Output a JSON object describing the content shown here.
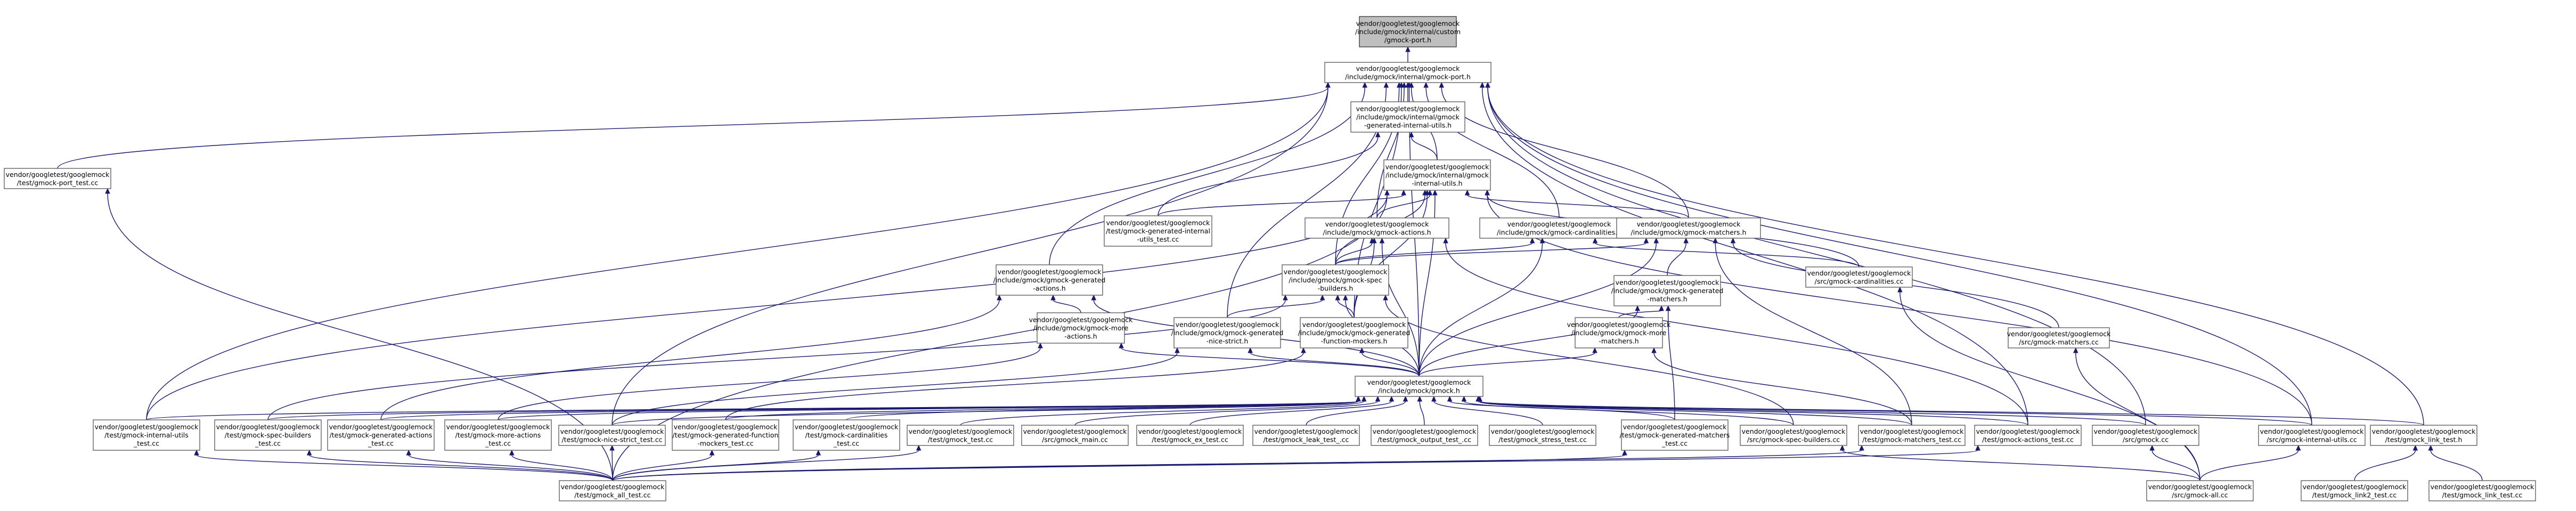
{
  "graph": {
    "colors": {
      "node_fill": "#ffffff",
      "root_fill": "#bfbfbf",
      "node_border": "#606060",
      "edge": "#191970"
    },
    "nodes": [
      {
        "id": "port_internal",
        "root": true,
        "lines": [
          "vendor/googletest/googlemock",
          "/include/gmock/internal/custom",
          "/gmock-port.h"
        ]
      },
      {
        "id": "gmock_port",
        "lines": [
          "vendor/googletest/googlemock",
          "/include/gmock/internal/gmock-port.h"
        ]
      },
      {
        "id": "port_test",
        "lines": [
          "vendor/googletest/googlemock",
          "/test/gmock-port_test.cc"
        ]
      },
      {
        "id": "gen_internal_utils",
        "lines": [
          "vendor/googletest/googlemock",
          "/include/gmock/internal/gmock",
          "-generated-internal-utils.h"
        ]
      },
      {
        "id": "internal_utils",
        "lines": [
          "vendor/googletest/googlemock",
          "/include/gmock/internal/gmock",
          "-internal-utils.h"
        ]
      },
      {
        "id": "gen_internal_utils_test",
        "lines": [
          "vendor/googletest/googlemock",
          "/test/gmock-generated-internal",
          "-utils_test.cc"
        ]
      },
      {
        "id": "actions_h",
        "lines": [
          "vendor/googletest/googlemock",
          "/include/gmock/gmock-actions.h"
        ]
      },
      {
        "id": "cardinalities_h",
        "lines": [
          "vendor/googletest/googlemock",
          "/include/gmock/gmock-cardinalities.h"
        ]
      },
      {
        "id": "matchers_h",
        "lines": [
          "vendor/googletest/googlemock",
          "/include/gmock/gmock-matchers.h"
        ]
      },
      {
        "id": "gen_actions_h",
        "lines": [
          "vendor/googletest/googlemock",
          "/include/gmock/gmock-generated",
          "-actions.h"
        ]
      },
      {
        "id": "spec_builders_h",
        "lines": [
          "vendor/googletest/googlemock",
          "/include/gmock/gmock-spec",
          "-builders.h"
        ]
      },
      {
        "id": "gen_matchers_h",
        "lines": [
          "vendor/googletest/googlemock",
          "/include/gmock/gmock-generated",
          "-matchers.h"
        ]
      },
      {
        "id": "cardinalities_cc",
        "lines": [
          "vendor/googletest/googlemock",
          "/src/gmock-cardinalities.cc"
        ]
      },
      {
        "id": "more_actions_h",
        "lines": [
          "vendor/googletest/googlemock",
          "/include/gmock/gmock-more",
          "-actions.h"
        ]
      },
      {
        "id": "gen_nice_strict_h",
        "lines": [
          "vendor/googletest/googlemock",
          "/include/gmock/gmock-generated",
          "-nice-strict.h"
        ]
      },
      {
        "id": "gen_function_mockers_h",
        "lines": [
          "vendor/googletest/googlemock",
          "/include/gmock/gmock-generated",
          "-function-mockers.h"
        ]
      },
      {
        "id": "more_matchers_h",
        "lines": [
          "vendor/googletest/googlemock",
          "/include/gmock/gmock-more",
          "-matchers.h"
        ]
      },
      {
        "id": "matchers_cc",
        "lines": [
          "vendor/googletest/googlemock",
          "/src/gmock-matchers.cc"
        ]
      },
      {
        "id": "gmock_h",
        "lines": [
          "vendor/googletest/googlemock",
          "/include/gmock/gmock.h"
        ]
      },
      {
        "id": "t_internal_utils",
        "lines": [
          "vendor/googletest/googlemock",
          "/test/gmock-internal-utils",
          "_test.cc"
        ]
      },
      {
        "id": "t_spec_builders",
        "lines": [
          "vendor/googletest/googlemock",
          "/test/gmock-spec-builders",
          "_test.cc"
        ]
      },
      {
        "id": "t_gen_actions",
        "lines": [
          "vendor/googletest/googlemock",
          "/test/gmock-generated-actions",
          "_test.cc"
        ]
      },
      {
        "id": "t_more_actions",
        "lines": [
          "vendor/googletest/googlemock",
          "/test/gmock-more-actions",
          "_test.cc"
        ]
      },
      {
        "id": "t_nice_strict",
        "lines": [
          "vendor/googletest/googlemock",
          "/test/gmock-nice-strict_test.cc"
        ]
      },
      {
        "id": "t_gen_function_mockers",
        "lines": [
          "vendor/googletest/googlemock",
          "/test/gmock-generated-function",
          "-mockers_test.cc"
        ]
      },
      {
        "id": "t_cardinalities",
        "lines": [
          "vendor/googletest/googlemock",
          "/test/gmock-cardinalities",
          "_test.cc"
        ]
      },
      {
        "id": "t_gmock",
        "lines": [
          "vendor/googletest/googlemock",
          "/test/gmock_test.cc"
        ]
      },
      {
        "id": "s_gmock_main",
        "lines": [
          "vendor/googletest/googlemock",
          "/src/gmock_main.cc"
        ]
      },
      {
        "id": "t_ex",
        "lines": [
          "vendor/googletest/googlemock",
          "/test/gmock_ex_test.cc"
        ]
      },
      {
        "id": "t_leak",
        "lines": [
          "vendor/googletest/googlemock",
          "/test/gmock_leak_test_.cc"
        ]
      },
      {
        "id": "t_output",
        "lines": [
          "vendor/googletest/googlemock",
          "/test/gmock_output_test_.cc"
        ]
      },
      {
        "id": "t_stress",
        "lines": [
          "vendor/googletest/googlemock",
          "/test/gmock_stress_test.cc"
        ]
      },
      {
        "id": "t_gen_matchers",
        "lines": [
          "vendor/googletest/googlemock",
          "/test/gmock-generated-matchers",
          "_test.cc"
        ]
      },
      {
        "id": "s_spec_builders",
        "lines": [
          "vendor/googletest/googlemock",
          "/src/gmock-spec-builders.cc"
        ]
      },
      {
        "id": "t_matchers",
        "lines": [
          "vendor/googletest/googlemock",
          "/test/gmock-matchers_test.cc"
        ]
      },
      {
        "id": "t_actions",
        "lines": [
          "vendor/googletest/googlemock",
          "/test/gmock-actions_test.cc"
        ]
      },
      {
        "id": "s_gmock",
        "lines": [
          "vendor/googletest/googlemock",
          "/src/gmock.cc"
        ]
      },
      {
        "id": "s_internal_utils",
        "lines": [
          "vendor/googletest/googlemock",
          "/src/gmock-internal-utils.cc"
        ]
      },
      {
        "id": "t_link",
        "lines": [
          "vendor/googletest/googlemock",
          "/test/gmock_link_test.h"
        ]
      },
      {
        "id": "t_all",
        "lines": [
          "vendor/googletest/googlemock",
          "/test/gmock_all_test.cc"
        ]
      },
      {
        "id": "s_all",
        "lines": [
          "vendor/googletest/googlemock",
          "/src/gmock-all.cc"
        ]
      },
      {
        "id": "t_link2",
        "lines": [
          "vendor/googletest/googlemock",
          "/test/gmock_link2_test.cc"
        ]
      },
      {
        "id": "t_link_test",
        "lines": [
          "vendor/googletest/googlemock",
          "/test/gmock_link_test.cc"
        ]
      }
    ],
    "edges": [
      [
        "port_internal",
        "gmock_port"
      ],
      [
        "gmock_port",
        "port_test"
      ],
      [
        "gmock_port",
        "gen_internal_utils"
      ],
      [
        "gmock_port",
        "internal_utils"
      ],
      [
        "gmock_port",
        "actions_h"
      ],
      [
        "gmock_port",
        "cardinalities_h"
      ],
      [
        "gmock_port",
        "matchers_h"
      ],
      [
        "gmock_port",
        "gen_actions_h"
      ],
      [
        "gmock_port",
        "spec_builders_h"
      ],
      [
        "gmock_port",
        "gen_nice_strict_h"
      ],
      [
        "gmock_port",
        "gen_function_mockers_h"
      ],
      [
        "gmock_port",
        "gmock_h"
      ],
      [
        "gmock_port",
        "t_internal_utils"
      ],
      [
        "gmock_port",
        "t_nice_strict"
      ],
      [
        "gmock_port",
        "t_actions"
      ],
      [
        "gmock_port",
        "s_gmock"
      ],
      [
        "gmock_port",
        "s_internal_utils"
      ],
      [
        "gmock_port",
        "t_link"
      ],
      [
        "gen_internal_utils",
        "internal_utils"
      ],
      [
        "gen_internal_utils",
        "gen_internal_utils_test"
      ],
      [
        "internal_utils",
        "gen_internal_utils_test"
      ],
      [
        "internal_utils",
        "actions_h"
      ],
      [
        "internal_utils",
        "matchers_h"
      ],
      [
        "internal_utils",
        "spec_builders_h"
      ],
      [
        "internal_utils",
        "gen_function_mockers_h"
      ],
      [
        "internal_utils",
        "gmock_h"
      ],
      [
        "internal_utils",
        "t_internal_utils"
      ],
      [
        "internal_utils",
        "t_all"
      ],
      [
        "internal_utils",
        "cardinalities_cc"
      ],
      [
        "internal_utils",
        "s_internal_utils"
      ],
      [
        "actions_h",
        "spec_builders_h"
      ],
      [
        "actions_h",
        "gen_function_mockers_h"
      ],
      [
        "actions_h",
        "gmock_h"
      ],
      [
        "actions_h",
        "t_actions"
      ],
      [
        "cardinalities_h",
        "spec_builders_h"
      ],
      [
        "cardinalities_h",
        "gmock_h"
      ],
      [
        "cardinalities_h",
        "cardinalities_cc"
      ],
      [
        "matchers_h",
        "spec_builders_h"
      ],
      [
        "matchers_h",
        "gen_matchers_h"
      ],
      [
        "matchers_h",
        "gmock_h"
      ],
      [
        "matchers_h",
        "t_matchers"
      ],
      [
        "matchers_h",
        "matchers_cc"
      ],
      [
        "gen_actions_h",
        "more_actions_h"
      ],
      [
        "gen_actions_h",
        "gmock_h"
      ],
      [
        "gen_actions_h",
        "t_gen_actions"
      ],
      [
        "spec_builders_h",
        "gen_nice_strict_h"
      ],
      [
        "spec_builders_h",
        "gen_function_mockers_h"
      ],
      [
        "spec_builders_h",
        "gmock_h"
      ],
      [
        "spec_builders_h",
        "s_spec_builders"
      ],
      [
        "spec_builders_h",
        "t_spec_builders"
      ],
      [
        "gen_matchers_h",
        "more_matchers_h"
      ],
      [
        "gen_matchers_h",
        "gmock_h"
      ],
      [
        "gen_matchers_h",
        "t_gen_matchers"
      ],
      [
        "more_actions_h",
        "gmock_h"
      ],
      [
        "more_actions_h",
        "t_more_actions"
      ],
      [
        "gen_nice_strict_h",
        "gmock_h"
      ],
      [
        "gen_nice_strict_h",
        "t_nice_strict"
      ],
      [
        "gen_function_mockers_h",
        "gmock_h"
      ],
      [
        "gen_function_mockers_h",
        "t_gen_function_mockers"
      ],
      [
        "more_matchers_h",
        "gmock_h"
      ],
      [
        "more_matchers_h",
        "t_matchers"
      ],
      [
        "cardinalities_cc",
        "s_all"
      ],
      [
        "matchers_cc",
        "s_all"
      ],
      [
        "gmock_h",
        "t_internal_utils"
      ],
      [
        "gmock_h",
        "t_spec_builders"
      ],
      [
        "gmock_h",
        "t_gen_actions"
      ],
      [
        "gmock_h",
        "t_more_actions"
      ],
      [
        "gmock_h",
        "t_nice_strict"
      ],
      [
        "gmock_h",
        "t_gen_function_mockers"
      ],
      [
        "gmock_h",
        "t_cardinalities"
      ],
      [
        "gmock_h",
        "t_gmock"
      ],
      [
        "gmock_h",
        "s_gmock_main"
      ],
      [
        "gmock_h",
        "t_ex"
      ],
      [
        "gmock_h",
        "t_leak"
      ],
      [
        "gmock_h",
        "t_output"
      ],
      [
        "gmock_h",
        "t_stress"
      ],
      [
        "gmock_h",
        "t_gen_matchers"
      ],
      [
        "gmock_h",
        "s_spec_builders"
      ],
      [
        "gmock_h",
        "t_matchers"
      ],
      [
        "gmock_h",
        "t_actions"
      ],
      [
        "gmock_h",
        "s_gmock"
      ],
      [
        "gmock_h",
        "s_internal_utils"
      ],
      [
        "gmock_h",
        "t_link"
      ],
      [
        "port_test",
        "t_all"
      ],
      [
        "t_internal_utils",
        "t_all"
      ],
      [
        "t_spec_builders",
        "t_all"
      ],
      [
        "t_gen_actions",
        "t_all"
      ],
      [
        "t_more_actions",
        "t_all"
      ],
      [
        "t_nice_strict",
        "t_all"
      ],
      [
        "t_gen_function_mockers",
        "t_all"
      ],
      [
        "t_cardinalities",
        "t_all"
      ],
      [
        "t_gmock",
        "t_all"
      ],
      [
        "t_gen_matchers",
        "t_all"
      ],
      [
        "t_matchers",
        "t_all"
      ],
      [
        "t_actions",
        "t_all"
      ],
      [
        "s_spec_builders",
        "s_all"
      ],
      [
        "s_gmock",
        "s_all"
      ],
      [
        "s_internal_utils",
        "s_all"
      ],
      [
        "t_link",
        "t_link2"
      ],
      [
        "t_link",
        "t_link_test"
      ]
    ]
  }
}
